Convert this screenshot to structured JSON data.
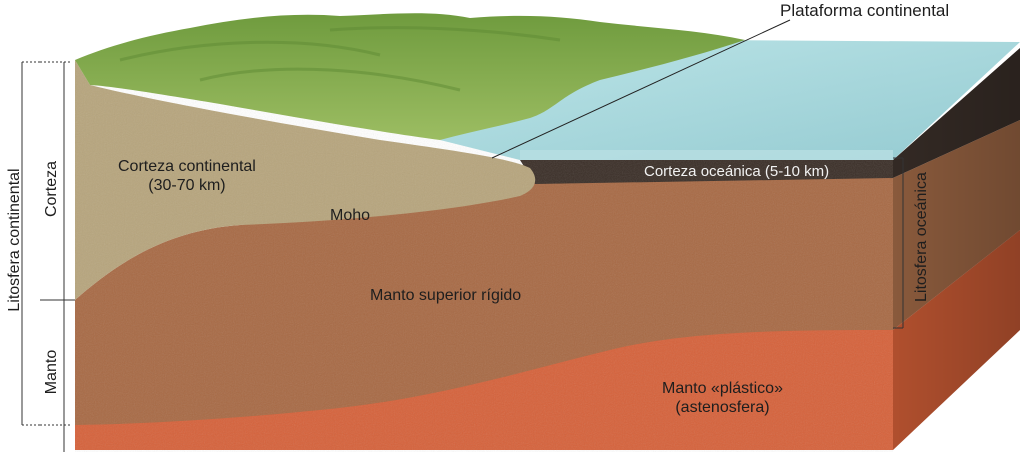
{
  "labels": {
    "plataforma": "Plataforma continental",
    "corteza_continental_line1": "Corteza continental",
    "corteza_continental_line2": "(30-70 km)",
    "moho": "Moho",
    "corteza_oceanica": "Corteza oceánica (5-10 km)",
    "manto_superior": "Manto superior rígido",
    "manto_plastico_line1": "Manto «plástico»",
    "manto_plastico_line2": "(astenosfera)",
    "litosfera_continental": "Litosfera continental",
    "corteza": "Corteza",
    "manto": "Manto",
    "litosfera_oceanica": "Litosfera oceánica"
  },
  "colors": {
    "land": "#7fa84a",
    "continental_crust": "#b6a47c",
    "oceanic_crust": "#3b2f28",
    "rigid_mantle": "#a76a44",
    "plastic_mantle": "#d9633a",
    "water": "#9fd2d8"
  }
}
